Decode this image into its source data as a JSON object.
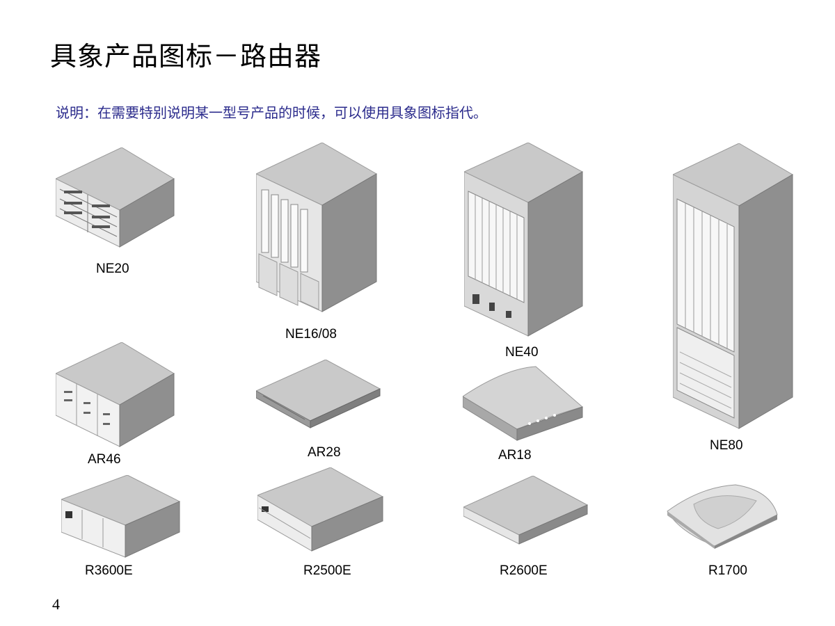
{
  "title": "具象产品图标－路由器",
  "description": "说明：在需要特别说明某一型号产品的时候，可以使用具象图标指代。",
  "page_number": "4",
  "devices": {
    "ne20": "NE20",
    "ne16": "NE16/08",
    "ne40": "NE40",
    "ne80": "NE80",
    "ar46": "AR46",
    "ar28": "AR28",
    "ar18": "AR18",
    "r3600e": "R3600E",
    "r2500e": "R2500E",
    "r2600e": "R2600E",
    "r1700": "R1700"
  }
}
